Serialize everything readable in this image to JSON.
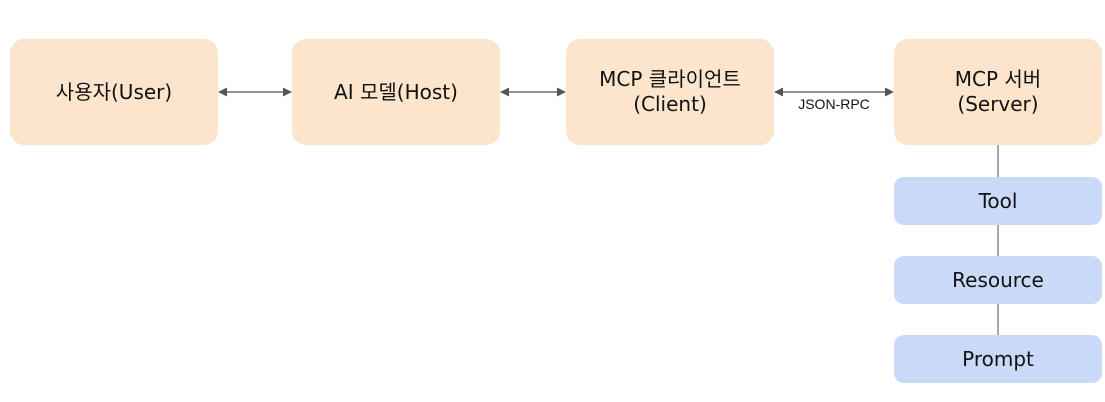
{
  "nodes": {
    "user": "사용자(User)",
    "host": "AI 모델(Host)",
    "client": {
      "line1": "MCP 클라이언트",
      "line2": "(Client)"
    },
    "server": {
      "line1": "MCP 서버",
      "line2": "(Server)"
    },
    "tool": "Tool",
    "resource": "Resource",
    "prompt": "Prompt"
  },
  "edges": {
    "client_server_label": "JSON-RPC"
  },
  "colors": {
    "main_box": "#fce5cd",
    "sub_box": "#c9daf8",
    "connector": "#555555"
  }
}
